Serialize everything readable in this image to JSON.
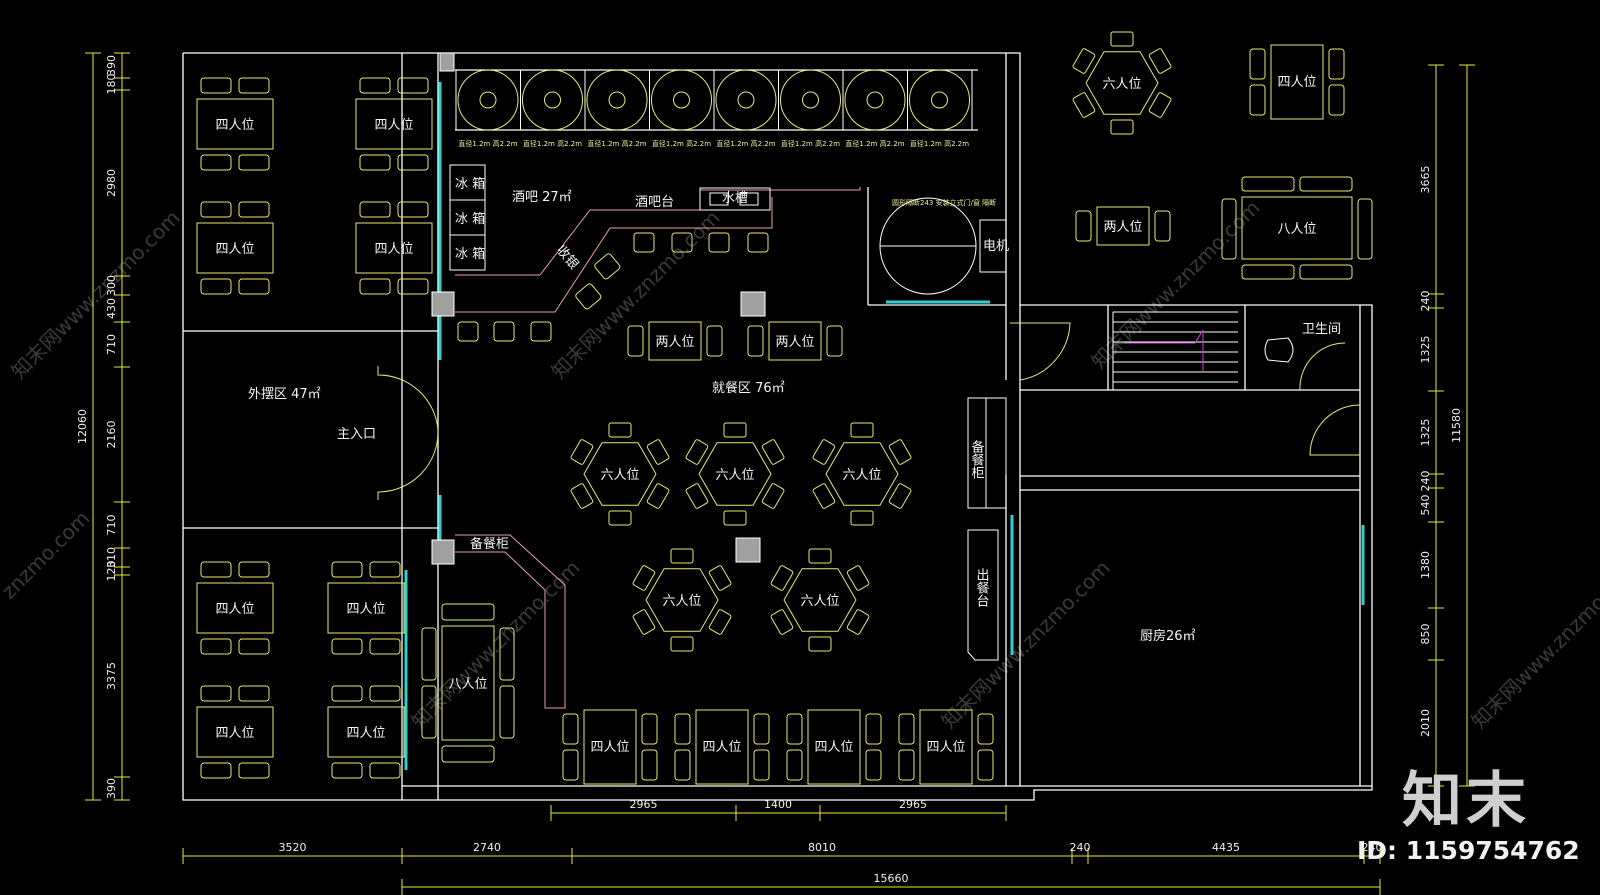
{
  "areas": {
    "bar": "酒吧 27㎡",
    "dining": "就餐区 76㎡",
    "outdoor": "外摆区 47㎡",
    "entrance": "主入口",
    "kitchen": "厨房26㎡",
    "toilet": "卫生间",
    "fridge": "冰 箱",
    "bar_counter": "酒吧台",
    "sink": "水槽",
    "cashier": "收银",
    "electric": "电机",
    "cabinet_right": "备餐柜",
    "cabinet_left": "备餐柜",
    "serving": "出餐台",
    "round_note": "圆形隔断243\n安装立式门/窗\n隔断"
  },
  "tables": {
    "four": "四人位",
    "two": "两人位",
    "six": "六人位",
    "eight": "八人位"
  },
  "wine_barrel_note": "直径1.2m 高2.2m",
  "dimensions": {
    "bottom_inner": [
      "2965",
      "1400",
      "2965"
    ],
    "bottom": [
      "3520",
      "2740",
      "8010",
      "240",
      "4435",
      "240"
    ],
    "total": "15660",
    "left": [
      "390",
      "180",
      "2980",
      "300",
      "430",
      "710",
      "2160",
      "710",
      "310",
      "120",
      "3375",
      "390"
    ],
    "left_total": "12060",
    "right": [
      "3665",
      "240",
      "1325",
      "1325",
      "240",
      "540",
      "1380",
      "850",
      "2010"
    ],
    "right_total": "11580"
  },
  "watermarks": [
    "知末网www.znzmo.com",
    "znzmo.com"
  ],
  "brand": "知末",
  "id_label": "ID: 1159754762",
  "colors": {
    "background": "#000000",
    "wall": "#ffffff",
    "furniture": "#e8e870",
    "glass": "#30d0d0",
    "bar_outline": "#e8a0a0",
    "stairs_arrow": "#d040d0",
    "dimension": "#e8e830"
  }
}
